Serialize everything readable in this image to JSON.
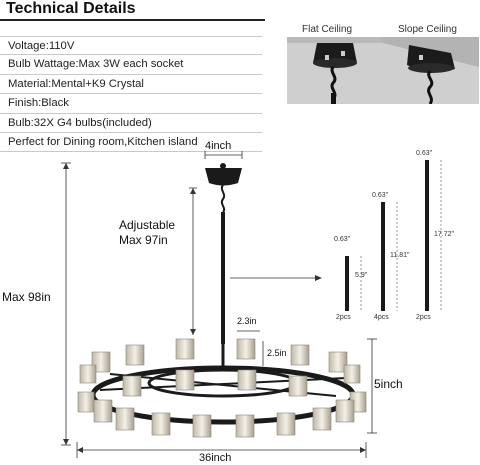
{
  "title": "Technical Details",
  "specs": [
    "Voltage:110V",
    "Bulb Wattage:Max 3W each socket",
    "Material:Mental+K9 Crystal",
    "Finish:Black",
    "Bulb:32X G4 bulbs(included)",
    "Perfect for Dining room,Kitchen island"
  ],
  "ceilings": {
    "flat": "Flat Ceiling",
    "slope": "Slope Ceiling"
  },
  "dimensions": {
    "canopy_width": "4inch",
    "adjustable_line1": "Adjustable",
    "adjustable_line2": "Max 97in",
    "max_height": "Max 98in",
    "crystal_width": "2.3in",
    "crystal_height": "2.5in",
    "body_height": "5inch",
    "diameter": "36inch"
  },
  "rods": [
    {
      "diameter": "0.63\"",
      "length": "5.9\"",
      "qty": "2pcs"
    },
    {
      "diameter": "0.63\"",
      "length": "11.81\"",
      "qty": "4pcs"
    },
    {
      "diameter": "0.63\"",
      "length": "17.72\"",
      "qty": "2pcs"
    }
  ],
  "colors": {
    "metal": "#1a1a1a",
    "crystal": "#d9d4c8",
    "ceiling_bg": "#cfcfcf",
    "rule": "#c9c9c9"
  }
}
